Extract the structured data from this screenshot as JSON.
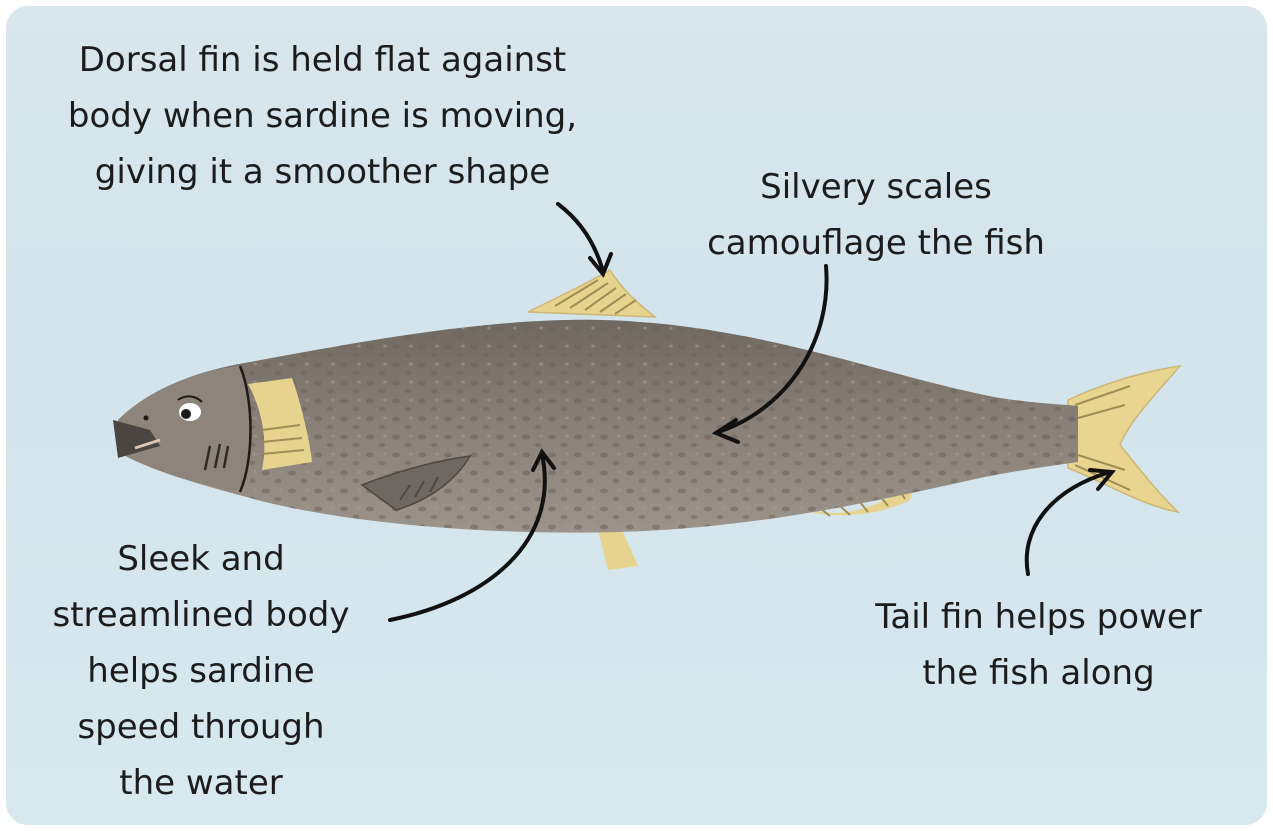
{
  "diagram": {
    "annotations": {
      "dorsal": {
        "lines": [
          "Dorsal fin is held flat against",
          "body when sardine is moving,",
          "giving it a smoother shape"
        ]
      },
      "scales": {
        "lines": [
          "Silvery scales",
          "camouflage the fish"
        ]
      },
      "body": {
        "lines": [
          "Sleek and",
          "streamlined body",
          "helps sardine",
          "speed through",
          "the water"
        ]
      },
      "tail": {
        "lines": [
          "Tail fin helps power",
          "the fish along"
        ]
      }
    },
    "colors": {
      "background": "#d6e6ed",
      "fish_body": "#8c837a",
      "fish_back": "#6b645d",
      "fin": "#e8d58f",
      "arrow": "#111111",
      "text": "#1c1c1c"
    }
  }
}
